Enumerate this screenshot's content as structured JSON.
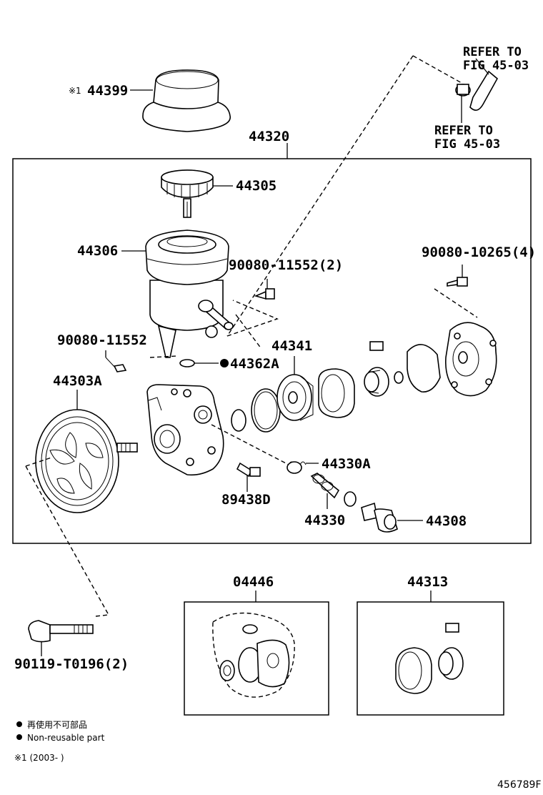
{
  "labels": {
    "p44399": "44399",
    "p44399_mark": "※1",
    "p44320": "44320",
    "p44305": "44305",
    "p44306": "44306",
    "p90080_11552_2": "90080-11552(2)",
    "p90080_10265_4": "90080-10265(4)",
    "p90080_11552": "90080-11552",
    "p44341": "44341",
    "p44362a": "44362A",
    "p44303a": "44303A",
    "p44330a": "44330A",
    "p89438d": "89438D",
    "p44330": "44330",
    "p44308": "44308",
    "p04446": "04446",
    "p44313": "44313",
    "p90119": "90119-T0196(2)",
    "refer1_line1": "REFER TO",
    "refer1_line2": "FIG 45-03",
    "refer2_line1": "REFER TO",
    "refer2_line2": "FIG 45-03"
  },
  "legend": {
    "jp": "再使用不可部品",
    "en": "Non-reusable part",
    "note1": "※1 (2003-      )"
  },
  "footer": {
    "code": "456789F"
  }
}
